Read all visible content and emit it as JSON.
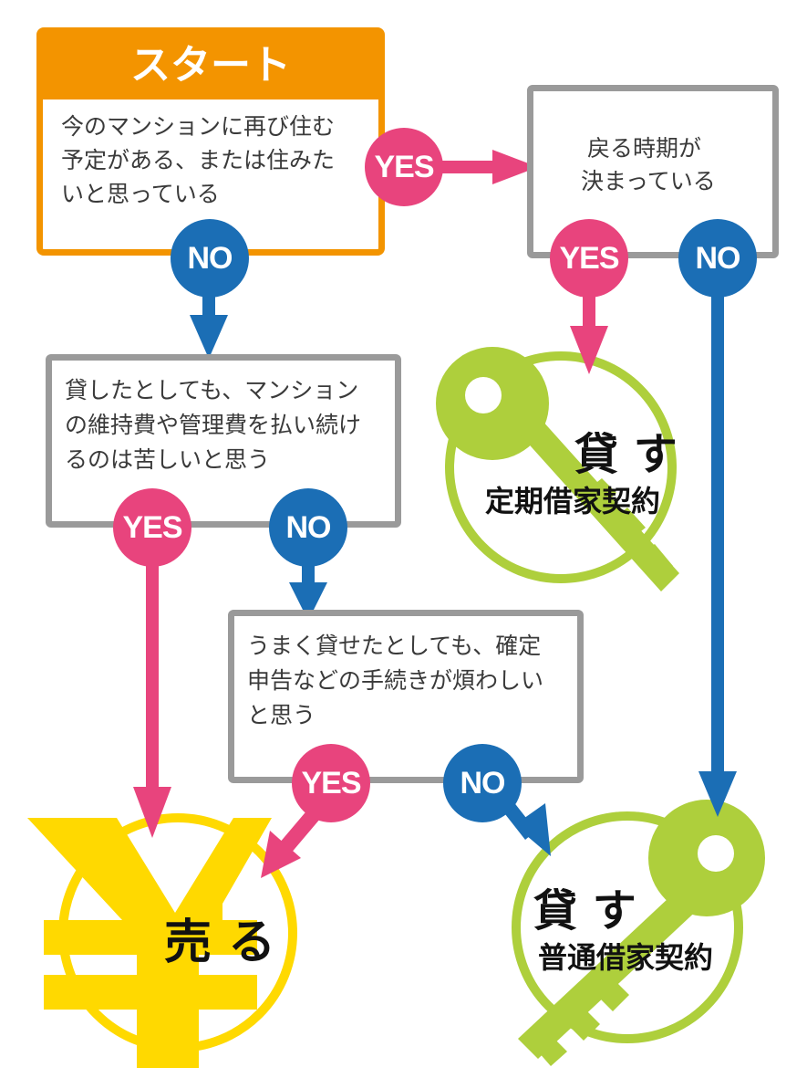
{
  "start": {
    "title": "スタート",
    "question": [
      "今のマンションに再び住む",
      "予定がある、または住みた",
      "いと思っている"
    ]
  },
  "q_return": {
    "text": [
      "戻る時期が",
      "決まっている"
    ]
  },
  "q_burden": {
    "text": [
      "貸したとしても、マンション",
      "の維持費や管理費を払い続け",
      "るのは苦しいと思う"
    ]
  },
  "q_tax": {
    "text": [
      "うまく貸せたとしても、確定",
      "申告などの手続きが煩わしい",
      "と思う"
    ]
  },
  "badges": {
    "yes": "YES",
    "no": "NO"
  },
  "results": {
    "fixed_term": {
      "title": "貸 す",
      "subtitle": "定期借家契約"
    },
    "sell": {
      "title": "売 る"
    },
    "regular": {
      "title": "貸 す",
      "subtitle": "普通借家契約"
    }
  },
  "colors": {
    "orange": "#f39400",
    "gray": "#9a9a9a",
    "pink": "#e8447d",
    "blue": "#1b6eb5",
    "green": "#aecf3c",
    "yellow": "#ffd900"
  },
  "icons": [
    "key-icon",
    "key-icon",
    "yen-icon"
  ]
}
